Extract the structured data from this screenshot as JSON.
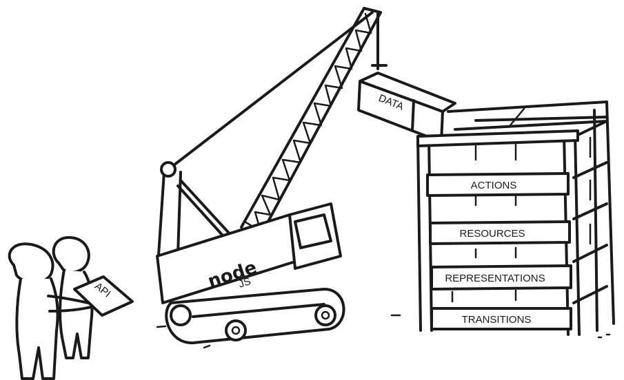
{
  "illustration": {
    "crane_logo": "node",
    "crane_logo_sub": "JS",
    "block_label": "DATA",
    "document_label": "API",
    "shelves": [
      "ACTIONS",
      "RESOURCES",
      "REPRESENTATIONS",
      "TRANSITIONS"
    ]
  }
}
